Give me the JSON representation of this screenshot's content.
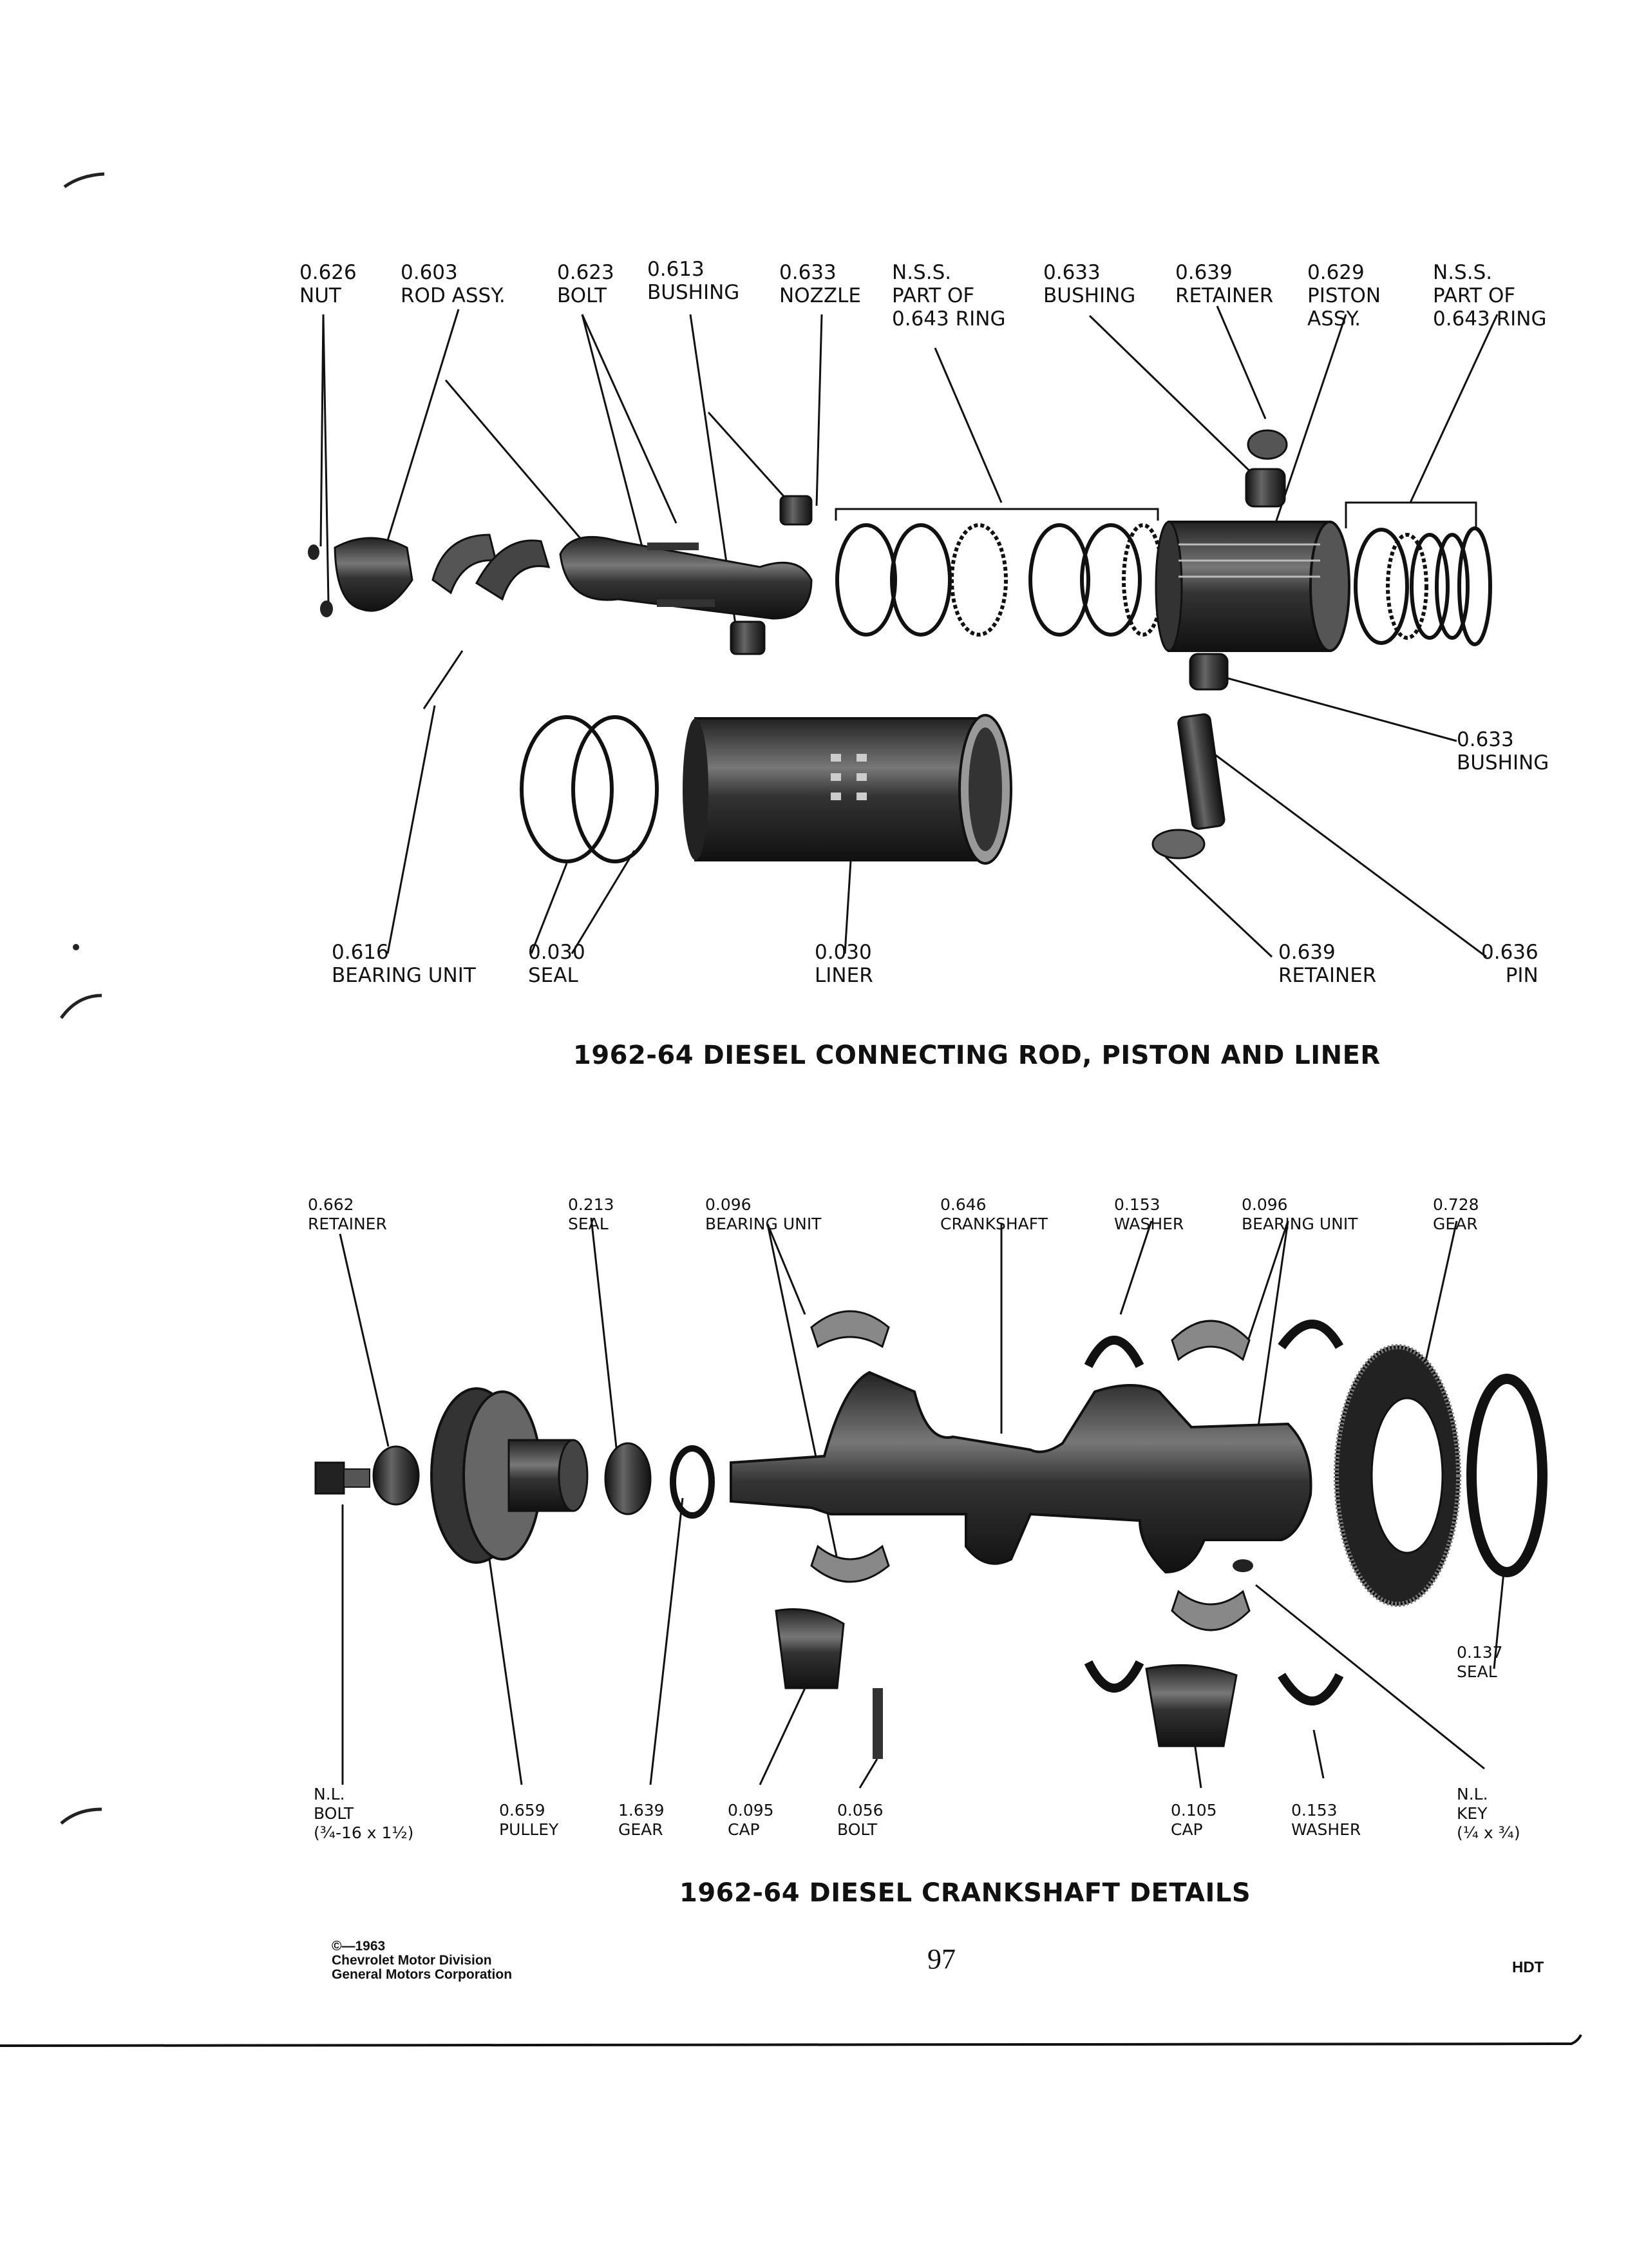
{
  "top_diagram": {
    "title": "1962-64 DIESEL CONNECTING ROD, PISTON AND LINER",
    "labels": {
      "nut": [
        "0.626",
        "NUT"
      ],
      "rod_assy": [
        "0.603",
        "ROD ASSY."
      ],
      "bolt": [
        "0.623",
        "BOLT"
      ],
      "bushing1": [
        "0.613",
        "BUSHING"
      ],
      "nozzle": [
        "0.633",
        "NOZZLE"
      ],
      "ring1": [
        "N.S.S.",
        "PART OF",
        "0.643 RING"
      ],
      "bushing2": [
        "0.633",
        "BUSHING"
      ],
      "retainer1": [
        "0.639",
        "RETAINER"
      ],
      "piston": [
        "0.629",
        "PISTON",
        "ASSY."
      ],
      "ring2": [
        "N.S.S.",
        "PART OF",
        "0.643 RING"
      ],
      "bushing3": [
        "0.633",
        "BUSHING"
      ],
      "bearing": [
        "0.616",
        "BEARING UNIT"
      ],
      "seal": [
        "0.030",
        "SEAL"
      ],
      "liner": [
        "0.030",
        "LINER"
      ],
      "retainer2": [
        "0.639",
        "RETAINER"
      ],
      "pin": [
        "0.636",
        "PIN"
      ]
    }
  },
  "bottom_diagram": {
    "title": "1962-64 DIESEL CRANKSHAFT DETAILS",
    "labels": {
      "retainer": [
        "0.662",
        "RETAINER"
      ],
      "seal1": [
        "0.213",
        "SEAL"
      ],
      "bearing1": [
        "0.096",
        "BEARING UNIT"
      ],
      "crankshaft": [
        "0.646",
        "CRANKSHAFT"
      ],
      "washer1": [
        "0.153",
        "WASHER"
      ],
      "bearing2": [
        "0.096",
        "BEARING UNIT"
      ],
      "gear1": [
        "0.728",
        "GEAR"
      ],
      "seal2": [
        "0.137",
        "SEAL"
      ],
      "bolt1": [
        "N.L.",
        "BOLT",
        "(¾-16 x 1½)"
      ],
      "pulley": [
        "0.659",
        "PULLEY"
      ],
      "gear2": [
        "1.639",
        "GEAR"
      ],
      "cap1": [
        "0.095",
        "CAP"
      ],
      "bolt2": [
        "0.056",
        "BOLT"
      ],
      "cap2": [
        "0.105",
        "CAP"
      ],
      "washer2": [
        "0.153",
        "WASHER"
      ],
      "key": [
        "N.L.",
        "KEY",
        "(¼ x ¾)"
      ]
    }
  },
  "footer": {
    "copyright": [
      "©—1963",
      "Chevrolet Motor Division",
      "General Motors Corporation"
    ],
    "page_number": "97",
    "code": "HDT"
  }
}
